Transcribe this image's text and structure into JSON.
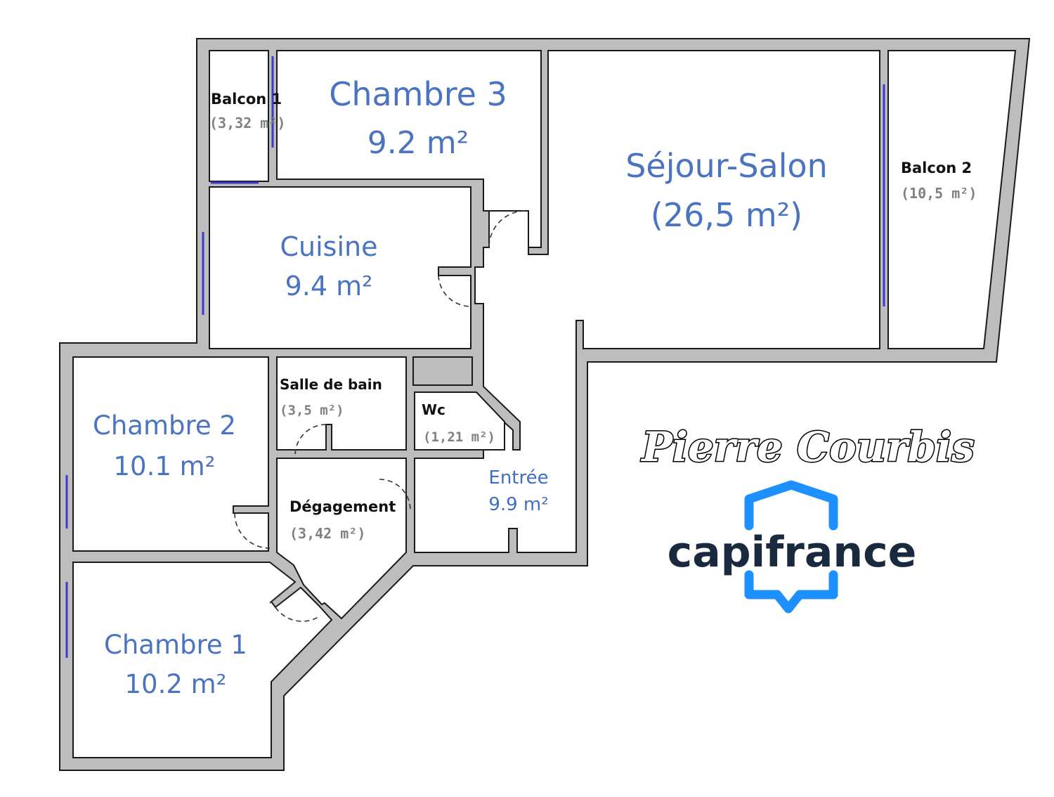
{
  "rooms": {
    "chambre3": {
      "name": "Chambre 3",
      "area": "9.2 m²"
    },
    "sejour": {
      "name": "Séjour-Salon",
      "area": "(26,5 m²)"
    },
    "balcon1": {
      "name": "Balcon 1",
      "area": "(3,32 m²)"
    },
    "balcon2": {
      "name": "Balcon 2",
      "area": "(10,5 m²)"
    },
    "cuisine": {
      "name": "Cuisine",
      "area": "9.4 m²"
    },
    "chambre2": {
      "name": "Chambre 2",
      "area": "10.1 m²"
    },
    "salle_de_bain": {
      "name": "Salle de bain",
      "area": "(3,5 m²)"
    },
    "wc": {
      "name": "Wc",
      "area": "(1,21 m²)"
    },
    "entree": {
      "name": "Entrée",
      "area": "9.9 m²"
    },
    "degagement": {
      "name": "Dégagement",
      "area": "(3,42 m²)"
    },
    "chambre1": {
      "name": "Chambre 1",
      "area": "10.2 m²"
    }
  },
  "branding": {
    "signature": "Pierre Courbis",
    "logo": "capifrance",
    "logo_icon": "house-speech-bubble-icon",
    "logo_color": "#1e90ff",
    "logo_text_color": "#1a2a3e"
  },
  "colors": {
    "room_label": "#4a73c0",
    "wall": "#bdbdbd",
    "window": "#3a3ad0"
  }
}
